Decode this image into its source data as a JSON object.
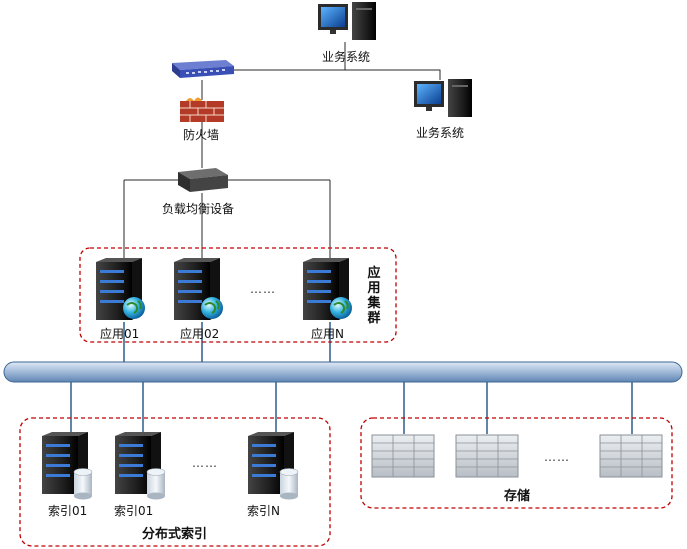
{
  "business_system_top": "业务系统",
  "business_system_right": "业务系统",
  "firewall": "防火墙",
  "load_balancer": "负载均衡设备",
  "app_cluster": {
    "title_chars": [
      "应",
      "用",
      "集",
      "群"
    ],
    "servers": [
      "应用01",
      "应用02",
      "应用N"
    ],
    "ellipsis": "……"
  },
  "index": {
    "title": "分布式索引",
    "servers": [
      "索引01",
      "索引01",
      "索引N"
    ],
    "ellipsis": "……"
  },
  "storage": {
    "title": "存储",
    "ellipsis": "……"
  },
  "colors": {
    "bus": "#9fb9d8",
    "dashed_border": "#c00000",
    "link": "#2a5c8a",
    "server": "#2b2b2b"
  }
}
